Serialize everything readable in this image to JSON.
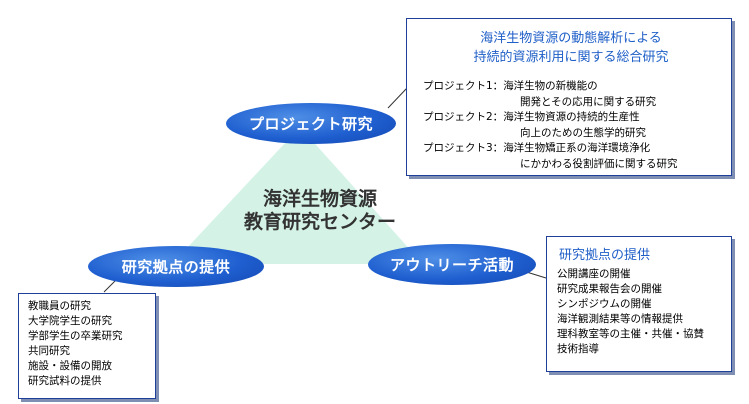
{
  "diagram": {
    "center": {
      "line1": "海洋生物資源",
      "line2": "教育研究センター"
    },
    "nodes": {
      "research": "プロジェクト研究",
      "base": "研究拠点の提供",
      "outreach": "アウトリーチ活動"
    },
    "research_box": {
      "heading_line1": "海洋生物資源の動態解析による",
      "heading_line2": "持続的資源利用に関する総合研究",
      "projects": [
        {
          "label": "プロジェクト1：",
          "line1": "海洋生物の新機能の",
          "line2": "開発とその応用に関する研究"
        },
        {
          "label": "プロジェクト2：",
          "line1": "海洋生物資源の持続的生産性",
          "line2": "向上のための生態学的研究"
        },
        {
          "label": "プロジェクト3：",
          "line1": "海洋生物矯正系の海洋環境浄化",
          "line2": "にかかわる役割評価に関する研究"
        }
      ]
    },
    "base_box": {
      "items": [
        "教職員の研究",
        "大学院学生の研究",
        "学部学生の卒業研究",
        "共同研究",
        "施設・設備の開放",
        "研究試料の提供"
      ]
    },
    "outreach_box": {
      "heading": "研究拠点の提供",
      "items": [
        "公開講座の開催",
        "研究成果報告会の開催",
        "シンポジウムの開催",
        "海洋観測結果等の情報提供",
        "理科教室等の主催・共催・協賛",
        "技術指導"
      ]
    },
    "colors": {
      "triangle": "#d4f3e6",
      "ellipse": "#1f5fd0",
      "heading_text": "#1f5fc8",
      "box_border": "#1f3f99"
    }
  }
}
